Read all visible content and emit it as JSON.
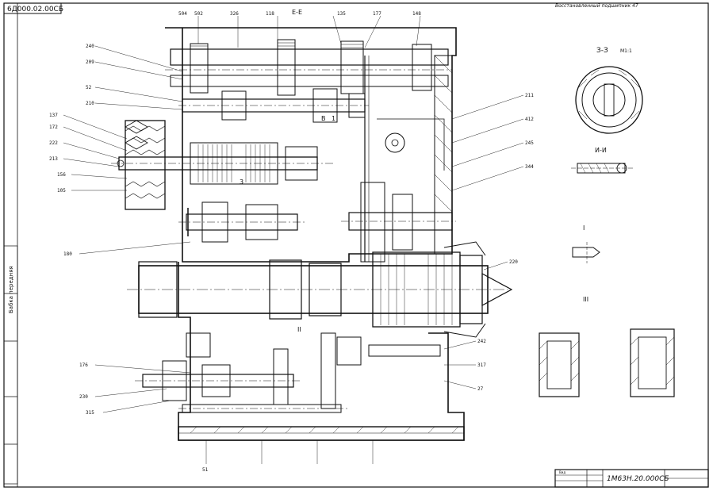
{
  "drawing": {
    "stamp_top_left": "6Д000.02.00СБ",
    "designation": "1М63Н.20.000СБ",
    "section_ee": "Е-Е",
    "section_zz": "З-З",
    "section_zz_scale": "М1:1",
    "section_ii": "И-И",
    "view_i": "I",
    "view_iii": "III",
    "label_v": "В",
    "label_3": "3",
    "label_1": "1",
    "label_ii": "II",
    "note_top_right": "Восстановленный подшипник 47",
    "note_rotated": "Бабка передняя",
    "note_block": "Вид",
    "callout_samples": [
      "504",
      "502",
      "326",
      "118",
      "135",
      "177",
      "148",
      "240",
      "209",
      "52",
      "210",
      "137",
      "172",
      "222",
      "213",
      "156",
      "105",
      "180",
      "176",
      "230",
      "315",
      "211",
      "412",
      "245",
      "344",
      "220",
      "242",
      "317",
      "27",
      "51"
    ]
  }
}
